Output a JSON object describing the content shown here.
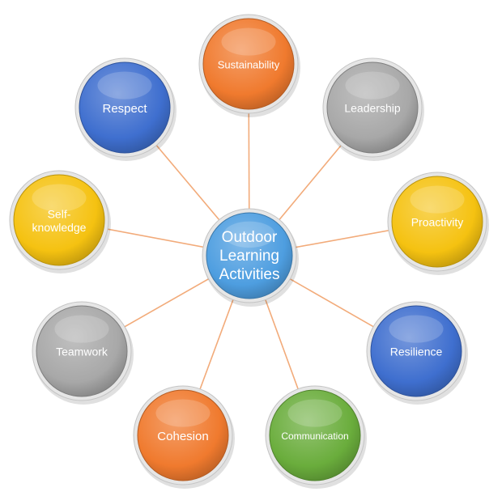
{
  "center": {
    "lines": [
      "Outdoor",
      "Learning",
      "Activities"
    ],
    "color": "#4e9ee0"
  },
  "nodes": [
    {
      "id": "sustainability",
      "lines": [
        "Sustainability"
      ],
      "color": "#f07a2e"
    },
    {
      "id": "leadership",
      "lines": [
        "Leadership"
      ],
      "color": "#a8a8a8"
    },
    {
      "id": "proactivity",
      "lines": [
        "Proactivity"
      ],
      "color": "#f5c211"
    },
    {
      "id": "resilience",
      "lines": [
        "Resilience"
      ],
      "color": "#3f6fcf"
    },
    {
      "id": "communication",
      "lines": [
        "Communication"
      ],
      "color": "#6aad3c"
    },
    {
      "id": "cohesion",
      "lines": [
        "Cohesion"
      ],
      "color": "#f07a2e"
    },
    {
      "id": "teamwork",
      "lines": [
        "Teamwork"
      ],
      "color": "#a8a8a8"
    },
    {
      "id": "self-knowledge",
      "lines": [
        "Self-",
        "knowledge"
      ],
      "color": "#f5c211"
    },
    {
      "id": "respect",
      "lines": [
        "Respect"
      ],
      "color": "#3f6fcf"
    }
  ],
  "line_color": "#f2ab7a"
}
